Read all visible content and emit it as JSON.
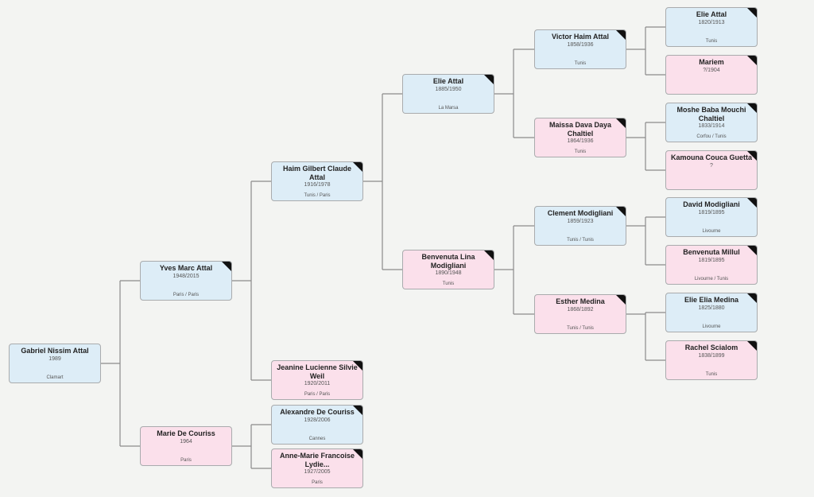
{
  "colors": {
    "male": "#ddedf7",
    "female": "#fbe0eb",
    "line": "#8a8a8a",
    "background": "#f3f4f2"
  },
  "persons": [
    {
      "id": "gabriel",
      "name": "Gabriel Nissim Attal",
      "dates": "1989",
      "place": "Clamart",
      "gender": "m",
      "deceased": false
    },
    {
      "id": "yves",
      "name": "Yves Marc Attal",
      "dates": "1948/2015",
      "place": "Paris / Paris",
      "gender": "m",
      "deceased": true
    },
    {
      "id": "marie",
      "name": "Marie De Couriss",
      "dates": "1964",
      "place": "Paris",
      "gender": "f",
      "deceased": false
    },
    {
      "id": "haim",
      "name": "Haim Gilbert Claude Attal",
      "dates": "1916/1978",
      "place": "Tunis / Paris",
      "gender": "m",
      "deceased": true
    },
    {
      "id": "jeanine",
      "name": "Jeanine Lucienne Silvie Weil",
      "dates": "1920/2011",
      "place": "Paris / Paris",
      "gender": "f",
      "deceased": true
    },
    {
      "id": "alexandre",
      "name": "Alexandre De Couriss",
      "dates": "1928/2006",
      "place": "Cannes",
      "gender": "m",
      "deceased": true
    },
    {
      "id": "annemarie",
      "name": "Anne-Marie Francoise Lydie...",
      "dates": "1927/2005",
      "place": "Paris",
      "gender": "f",
      "deceased": true
    },
    {
      "id": "elie1",
      "name": "Elie Attal",
      "dates": "1885/1950",
      "place": "La Marsa",
      "gender": "m",
      "deceased": true
    },
    {
      "id": "benvenuta1",
      "name": "Benvenuta Lina Modigliani",
      "dates": "1890/1948",
      "place": "Tunis",
      "gender": "f",
      "deceased": true
    },
    {
      "id": "victor",
      "name": "Victor Haim Attal",
      "dates": "1858/1936",
      "place": "Tunis",
      "gender": "m",
      "deceased": true
    },
    {
      "id": "maissa",
      "name": "Maissa Dava Daya Chaltiel",
      "dates": "1864/1936",
      "place": "Tunis",
      "gender": "f",
      "deceased": true
    },
    {
      "id": "clement",
      "name": "Clement Modigliani",
      "dates": "1859/1923",
      "place": "Tunis / Tunis",
      "gender": "m",
      "deceased": true
    },
    {
      "id": "esther",
      "name": "Esther Medina",
      "dates": "1868/1892",
      "place": "Tunis / Tunis",
      "gender": "f",
      "deceased": true
    },
    {
      "id": "elie2",
      "name": "Elie Attal",
      "dates": "1820/1913",
      "place": "Tunis",
      "gender": "m",
      "deceased": true
    },
    {
      "id": "mariem",
      "name": "Mariem",
      "dates": "?/1904",
      "place": "",
      "gender": "f",
      "deceased": true
    },
    {
      "id": "moshe",
      "name": "Moshe Baba Mouchi Chaltiel",
      "dates": "1833/1914",
      "place": "Corfou / Tunis",
      "gender": "m",
      "deceased": true
    },
    {
      "id": "kamouna",
      "name": "Kamouna Couca Guetta",
      "dates": "?",
      "place": "",
      "gender": "f",
      "deceased": true
    },
    {
      "id": "david",
      "name": "David Modigliani",
      "dates": "1819/1895",
      "place": "Livourne",
      "gender": "m",
      "deceased": true
    },
    {
      "id": "benvenuta2",
      "name": "Benvenuta Millul",
      "dates": "1819/1895",
      "place": "Livourne / Tunis",
      "gender": "f",
      "deceased": true
    },
    {
      "id": "elia",
      "name": "Elie Elia Medina",
      "dates": "1825/1880",
      "place": "Livourne",
      "gender": "m",
      "deceased": true
    },
    {
      "id": "rachel",
      "name": "Rachel Scialom",
      "dates": "1838/1899",
      "place": "Tunis",
      "gender": "f",
      "deceased": true
    }
  ],
  "relations": [
    [
      "gabriel",
      "yves",
      "marie"
    ],
    [
      "yves",
      "haim",
      "jeanine"
    ],
    [
      "marie",
      "alexandre",
      "annemarie"
    ],
    [
      "haim",
      "elie1",
      "benvenuta1"
    ],
    [
      "elie1",
      "victor",
      "maissa"
    ],
    [
      "benvenuta1",
      "clement",
      "esther"
    ],
    [
      "victor",
      "elie2",
      "mariem"
    ],
    [
      "maissa",
      "moshe",
      "kamouna"
    ],
    [
      "clement",
      "david",
      "benvenuta2"
    ],
    [
      "esther",
      "elia",
      "rachel"
    ]
  ]
}
